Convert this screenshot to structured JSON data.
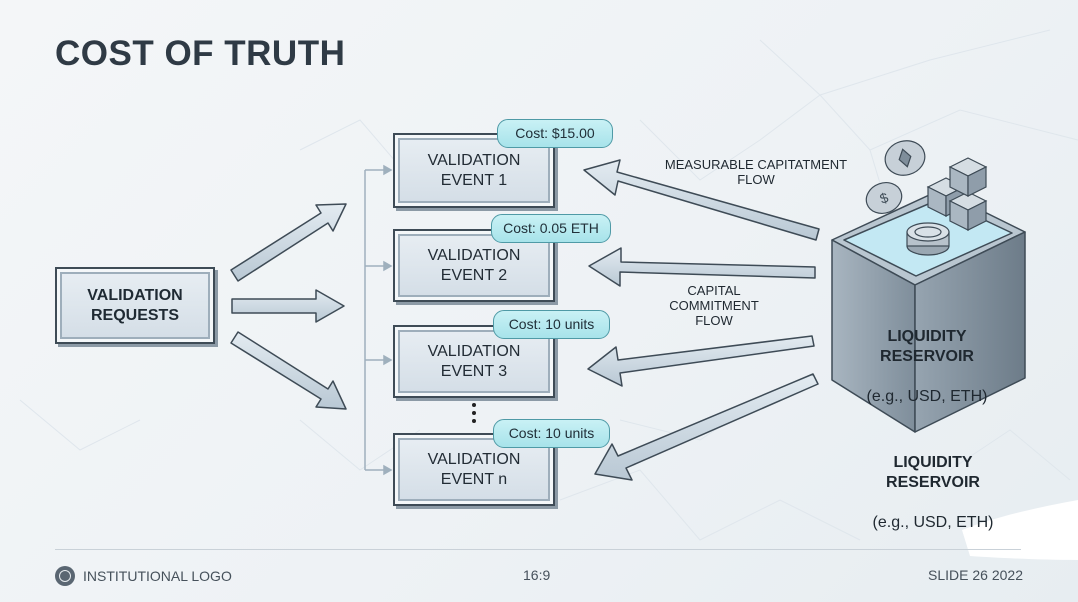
{
  "title": "COST OF TRUTH",
  "requests": "VALIDATION\nREQUESTS",
  "events": [
    {
      "label": "VALIDATION\nEVENT 1",
      "cost": "Cost: $15.00"
    },
    {
      "label": "VALIDATION\nEVENT 2",
      "cost": "Cost: 0.05 ETH"
    },
    {
      "label": "VALIDATION\nEVENT 3",
      "cost": "Cost: 10 units"
    },
    {
      "label": "VALIDATION\nEVENT n",
      "cost": "Cost: 10 units"
    }
  ],
  "flows": {
    "measurable": "MEASURABLE CAPITATMENT\nFLOW",
    "commitment": "CAPITAL\nCOMMITMENT\nFLOW"
  },
  "reservoir": {
    "title": "LIQUIDITY\nRESERVOIR",
    "subtitle": "(e.g., USD, ETH)"
  },
  "reservoir_caption": {
    "title": "LIQUIDITY\nRESERVOIR",
    "subtitle": "(e.g., USD, ETH)"
  },
  "footer": {
    "logo": "INSTITUTIONAL LOGO",
    "ratio": "16:9",
    "slide": "SLIDE 26 2022"
  },
  "colors": {
    "cost_pill": "#a7e3ea",
    "box_border": "#3e4b56",
    "arrow": "#c6d4de",
    "reservoir": "#8d9ba7",
    "water": "#bfe6f2"
  }
}
